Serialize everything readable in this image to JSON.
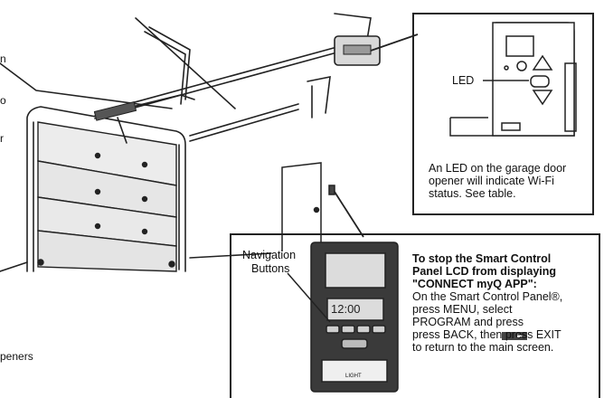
{
  "edge_text": {
    "left_letters": [
      "n",
      "o",
      "r"
    ],
    "openers_fragment": "peners"
  },
  "led_callout": {
    "led_label": "LED",
    "caption_line1": "An LED on the garage door",
    "caption_line2": "opener will indicate Wi-Fi",
    "caption_line3": "status. See table."
  },
  "panel_callout": {
    "nav_label_line1": "Navigation",
    "nav_label_line2": "Buttons",
    "lcd_time": "12:00",
    "bar_label": "LIGHT",
    "heading_line1": "To stop the Smart Control",
    "heading_line2": "Panel LCD from displaying",
    "heading_line3": "\"CONNECT myQ APP\":",
    "body_line1": "On the Smart Control Panel®,",
    "body_line2": "press MENU, select",
    "body_line3": "PROGRAM and press",
    "body_line4": "press BACK, then press EXIT",
    "body_line5": "to return to the main screen."
  },
  "colors": {
    "line": "#222222",
    "panel_body": "#3a3a3a",
    "lcd": "#dcdcdc",
    "door_face": "#e6e6e6"
  }
}
